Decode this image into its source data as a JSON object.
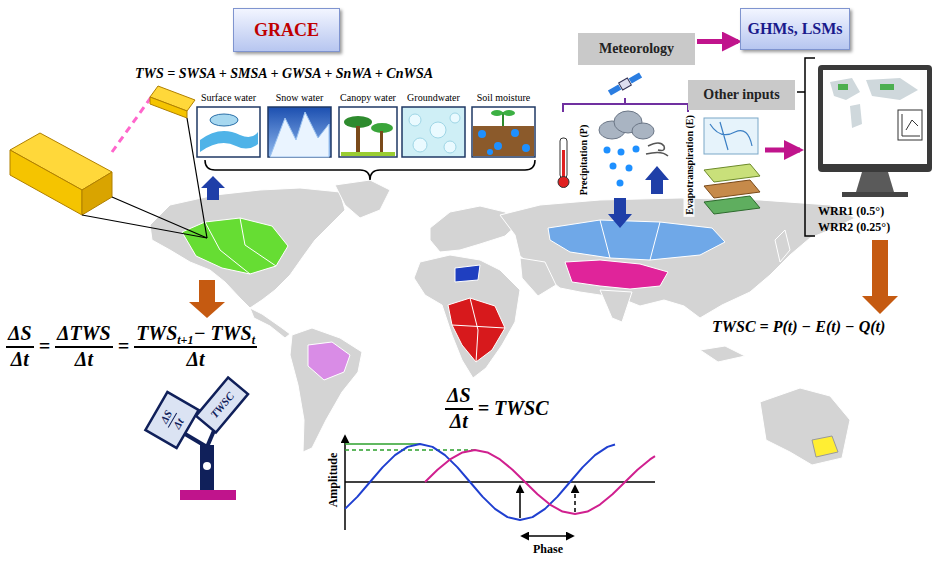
{
  "diagram": {
    "nodes": [
      {
        "text": [
          "GRACE"
        ]
      },
      {
        "text": [
          "Surface water"
        ]
      },
      {
        "text": [
          "Snow water"
        ]
      },
      {
        "text": [
          "Canopy water"
        ]
      },
      {
        "text": [
          "Groundwater"
        ]
      },
      {
        "text": [
          "Soil moisture"
        ]
      },
      {
        "text": [
          "Meteorology"
        ]
      },
      {
        "text": [
          "GHMs, LSMs"
        ]
      },
      {
        "text": [
          "Other inputs"
        ]
      }
    ],
    "edges": [
      {
        "from": 6,
        "to": 7,
        "arrow": "to"
      }
    ],
    "labels": [
      "TWS = SWSA + SMSA + GWSA + SnWA + CnWSA",
      "Precipitation (P)",
      "Evapotranspiration (E)",
      "WRR1 (0.5°)",
      "WRR2 (0.25°)",
      "ΔS",
      "Δt",
      "=",
      "ΔTWS",
      "Δt",
      "=",
      "TWS",
      "t+1",
      "− TWS",
      "t",
      "Δt",
      "ΔS",
      "Δt",
      "= TWSC",
      "TWSC = P(t) − E(t) − Q(t)",
      "ΔS",
      "Δt",
      "TWSC",
      "Amplitude",
      "Phase"
    ]
  }
}
